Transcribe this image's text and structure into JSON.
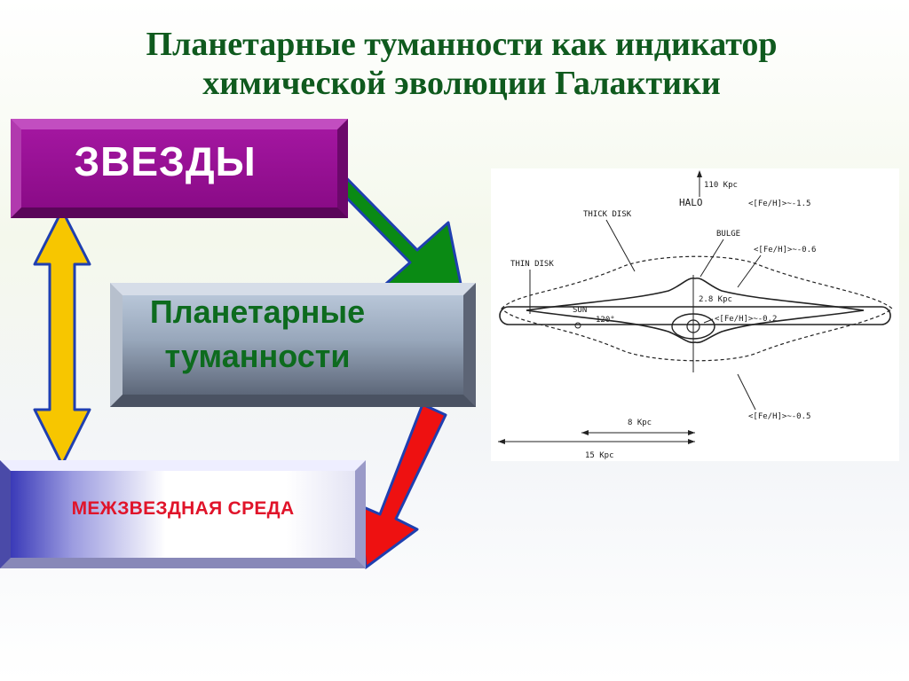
{
  "title": {
    "line1": "Планетарные туманности как индикатор",
    "line2": "химической эволюции Галактики"
  },
  "boxes": {
    "stars": "ЗВЕЗДЫ",
    "planetary_nebulae_line1": "Планетарные",
    "planetary_nebulae_line2": "туманности",
    "ism": "МЕЖЗВЕЗДНАЯ СРЕДА"
  },
  "arrows": {
    "stars_to_pn": {
      "color": "#0a8a14"
    },
    "pn_to_ism": {
      "color": "#ee1111"
    },
    "ism_stars_double": {
      "color": "#f7c600"
    }
  },
  "galaxy_figure": {
    "halo_size": "110 Kpc",
    "halo_label": "HALO",
    "halo_metallicity": "<[Fe/H]>~-1.5",
    "thick_disk_label": "THICK DISK",
    "bulge_label": "BULGE",
    "thick_disk_metallicity": "<[Fe/H]>~-0.6",
    "thin_disk_label": "THIN DISK",
    "bulge_height": "2.8 Kpc",
    "sun_label": "SUN",
    "angle": "120°",
    "bulge_metallicity": "<[Fe/H]>~-0.2",
    "outer_metallicity": "<[Fe/H]>~-0.5",
    "scale_8": "8 Kpc",
    "scale_15": "15 Kpc"
  }
}
